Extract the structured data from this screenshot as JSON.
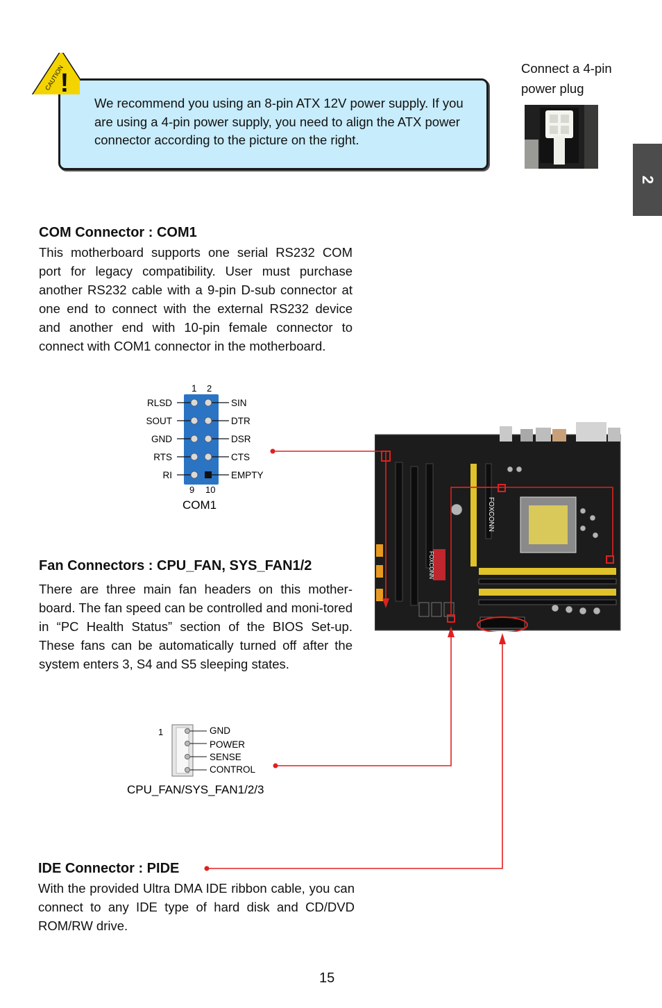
{
  "caution": {
    "label": "CAUTION",
    "mark": "!",
    "text": "We recommend you using an 8-pin ATX 12V power supply. If you are using a 4-pin power supply, you need to align the ATX power connector according to the picture on the right."
  },
  "plug_note": {
    "line1": "Connect a 4-pin",
    "line2": "power plug"
  },
  "side_tab": "2",
  "com": {
    "title": "COM Connector : COM1",
    "body": "This motherboard supports one serial RS232 COM port for legacy compatibility. User must purchase another RS232 cable with a 9-pin D-sub connector at one end to connect with the external RS232 device and another end with 10-pin female connector to connect with COM1 connector in the motherboard.",
    "header_label": "COM1",
    "pin_top_left": "1",
    "pin_top_right": "2",
    "pin_bottom_left": "9",
    "pin_bottom_right": "10",
    "left_pins": [
      "RLSD",
      "SOUT",
      "GND",
      "RTS",
      "RI"
    ],
    "right_pins": [
      "SIN",
      "DTR",
      "DSR",
      "CTS",
      "EMPTY"
    ]
  },
  "fan": {
    "title": "Fan Connectors : CPU_FAN, SYS_FAN1/2",
    "body": "There are three main fan headers on this mother-board. The fan speed can be controlled and moni-tored in “PC Health Status” section of the BIOS Set-up. These fans can be automatically turned off after the system enters 3, S4 and S5 sleeping states.",
    "pin1": "1",
    "pins": [
      "GND",
      "POWER",
      "SENSE",
      "CONTROL"
    ],
    "header_label": "CPU_FAN/SYS_FAN1/2/3"
  },
  "ide": {
    "title": "IDE Connector : PIDE",
    "body": "With the provided Ultra DMA IDE ribbon cable, you can connect to any IDE type of hard disk and CD/DVD ROM/RW drive."
  },
  "board": {
    "brand": "FOXCONN"
  },
  "page_number": "15"
}
